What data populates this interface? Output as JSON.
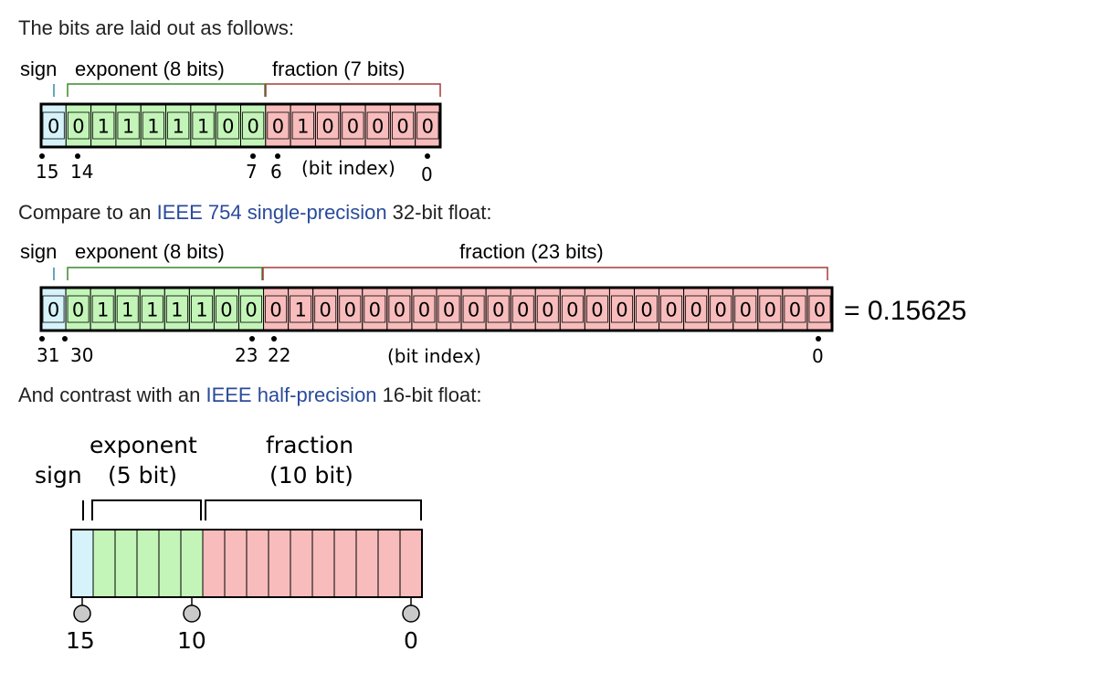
{
  "intro": "The bits are laid out as follows:",
  "compare": {
    "before": "Compare to an ",
    "link": "IEEE 754 single-precision",
    "after": " 32-bit float:"
  },
  "contrast": {
    "before": "And contrast with an ",
    "link": "IEEE half-precision",
    "after": " 16-bit float:"
  },
  "colors": {
    "sign": "#d6f3fb",
    "exponent": "#c3f5b8",
    "fraction": "#f8bcbc",
    "sign_bracket": "#2e8ba8",
    "exponent_bracket": "#3a8a2a",
    "fraction_bracket": "#a53a3a"
  },
  "bfloat16": {
    "labels": {
      "sign": "sign",
      "exponent": "exponent (8 bits)",
      "fraction": "fraction (7 bits)"
    },
    "sign_bits": [
      "0"
    ],
    "exponent_bits": [
      "0",
      "1",
      "1",
      "1",
      "1",
      "1",
      "0",
      "0"
    ],
    "fraction_bits": [
      "0",
      "1",
      "0",
      "0",
      "0",
      "0",
      "0"
    ],
    "index_labels": {
      "i15": "15",
      "i14": "14",
      "i7": "7",
      "i6": "6",
      "i0": "0",
      "note": "(bit index)"
    }
  },
  "float32": {
    "labels": {
      "sign": "sign",
      "exponent": "exponent (8 bits)",
      "fraction": "fraction (23 bits)"
    },
    "sign_bits": [
      "0"
    ],
    "exponent_bits": [
      "0",
      "1",
      "1",
      "1",
      "1",
      "1",
      "0",
      "0"
    ],
    "fraction_bits": [
      "0",
      "1",
      "0",
      "0",
      "0",
      "0",
      "0",
      "0",
      "0",
      "0",
      "0",
      "0",
      "0",
      "0",
      "0",
      "0",
      "0",
      "0",
      "0",
      "0",
      "0",
      "0",
      "0"
    ],
    "value": "= 0.15625",
    "index_labels": {
      "i31": "31",
      "i30": "30",
      "i23": "23",
      "i22": "22",
      "i0": "0",
      "note": "(bit index)"
    }
  },
  "half": {
    "labels": {
      "sign": "sign",
      "exponent": "exponent",
      "exponent_size": "(5 bit)",
      "fraction": "fraction",
      "fraction_size": "(10 bit)"
    },
    "sign_cells": 1,
    "exponent_cells": 5,
    "fraction_cells": 10,
    "index_labels": {
      "i15": "15",
      "i10": "10",
      "i0": "0"
    }
  }
}
